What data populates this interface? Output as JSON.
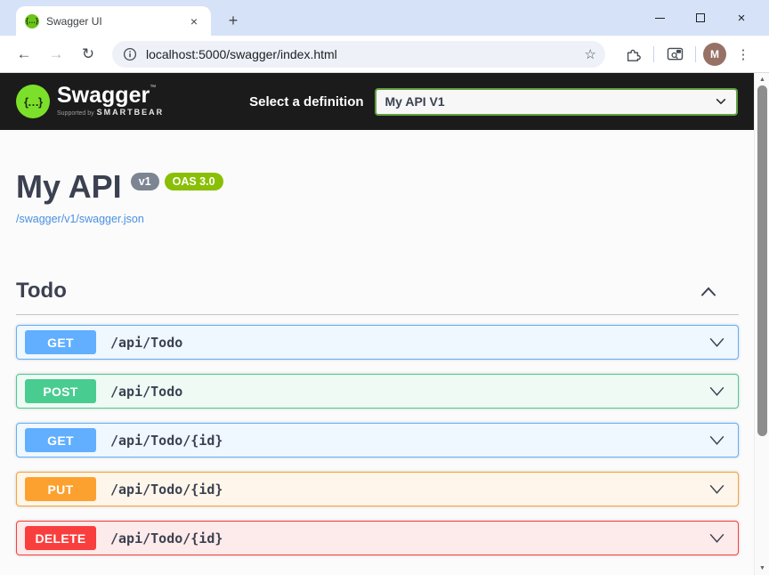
{
  "browser": {
    "tab": {
      "title": "Swagger UI"
    },
    "new_tab_label": "+",
    "window_controls": {
      "close": "×"
    },
    "toolbar": {
      "back": "←",
      "forward": "→",
      "reload": "↻",
      "url": "localhost:5000/swagger/index.html",
      "bookmark_star": "☆",
      "avatar_initial": "M",
      "menu_dots": "⋮"
    },
    "tab_close": "×",
    "scrollbar": {
      "up_arrow": "▲",
      "down_arrow": "▼"
    }
  },
  "topbar": {
    "logo_glyph": "{…}",
    "logo_text": "Swagger",
    "logo_tm": "™",
    "logo_supported_by": "Supported by",
    "logo_brand": "SMARTBEAR",
    "select_label": "Select a definition",
    "selected_definition": "My API V1"
  },
  "info": {
    "title": "My API",
    "version_badge": "v1",
    "oas_badge": "OAS 3.0",
    "spec_link": "/swagger/v1/swagger.json"
  },
  "section": {
    "title": "Todo"
  },
  "operations": [
    {
      "method": "GET",
      "path": "/api/Todo"
    },
    {
      "method": "POST",
      "path": "/api/Todo"
    },
    {
      "method": "GET",
      "path": "/api/Todo/{id}"
    },
    {
      "method": "PUT",
      "path": "/api/Todo/{id}"
    },
    {
      "method": "DELETE",
      "path": "/api/Todo/{id}"
    }
  ],
  "colors": {
    "get": "#61affe",
    "post": "#49cc90",
    "put": "#fca130",
    "delete": "#f93e3e",
    "oas_badge": "#89bf04",
    "version_badge": "#7d8492",
    "topbar_bg": "#1b1b1b",
    "select_border": "#62a03f",
    "link": "#4990e2",
    "text": "#3b4151",
    "titlebar_bg": "#d6e2f7"
  },
  "icons": {
    "swagger-logo": "green circle with curly brackets",
    "info-circle": "i in circle",
    "extensions": "puzzle piece",
    "side-panel-search": "panel with magnifier",
    "chevron-down": "v",
    "chevron-up": "^"
  }
}
